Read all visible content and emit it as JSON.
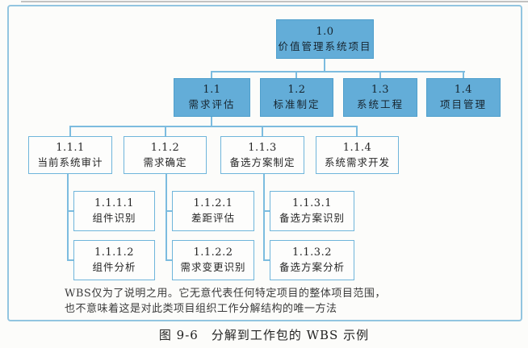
{
  "figure": {
    "caption": "图 9-6　分解到工作包的 WBS 示例",
    "note_line1": "WBS仅为了说明之用。它无意代表任何特定项目的整体项目范围，",
    "note_line2": "也不意味着这是对此类项目组织工作分解结构的唯一方法"
  },
  "colors": {
    "filled_box_fill": "#63add8",
    "white_box_border": "#6fb5db",
    "connector_line": "#7cbcdf",
    "frame_border": "#92c5e0"
  },
  "nodes": [
    {
      "code": "1.0",
      "label": "价值管理系统项目",
      "parent": null,
      "style": "filled"
    },
    {
      "code": "1.1",
      "label": "需求评估",
      "parent": "1.0",
      "style": "filled"
    },
    {
      "code": "1.2",
      "label": "标准制定",
      "parent": "1.0",
      "style": "filled"
    },
    {
      "code": "1.3",
      "label": "系统工程",
      "parent": "1.0",
      "style": "filled"
    },
    {
      "code": "1.4",
      "label": "项目管理",
      "parent": "1.0",
      "style": "filled"
    },
    {
      "code": "1.1.1",
      "label": "当前系统审计",
      "parent": "1.1",
      "style": "outline"
    },
    {
      "code": "1.1.2",
      "label": "需求确定",
      "parent": "1.1",
      "style": "outline"
    },
    {
      "code": "1.1.3",
      "label": "备选方案制定",
      "parent": "1.1",
      "style": "outline"
    },
    {
      "code": "1.1.4",
      "label": "系统需求开发",
      "parent": "1.1",
      "style": "outline"
    },
    {
      "code": "1.1.1.1",
      "label": "组件识别",
      "parent": "1.1.1",
      "style": "outline"
    },
    {
      "code": "1.1.1.2",
      "label": "组件分析",
      "parent": "1.1.1",
      "style": "outline"
    },
    {
      "code": "1.1.2.1",
      "label": "差距评估",
      "parent": "1.1.2",
      "style": "outline"
    },
    {
      "code": "1.1.2.2",
      "label": "需求变更识别",
      "parent": "1.1.2",
      "style": "outline"
    },
    {
      "code": "1.1.3.1",
      "label": "备选方案识别",
      "parent": "1.1.3",
      "style": "outline"
    },
    {
      "code": "1.1.3.2",
      "label": "备选方案分析",
      "parent": "1.1.3",
      "style": "outline"
    }
  ]
}
